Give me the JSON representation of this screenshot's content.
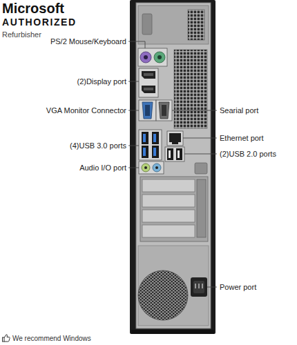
{
  "diagram": {
    "labels": [
      "Microsoft",
      "AUTHORIZED",
      "Refurbisher",
      "PS/2 Mouse/Keyboard",
      "(2)Display port",
      "VGA Monitor Connector",
      "Searial port",
      "Ethernet port",
      "(4)USB 3.0 ports",
      "(2)USB 2.0 ports",
      "Audio I/O port",
      "Power port",
      "We recommend Windows"
    ]
  }
}
